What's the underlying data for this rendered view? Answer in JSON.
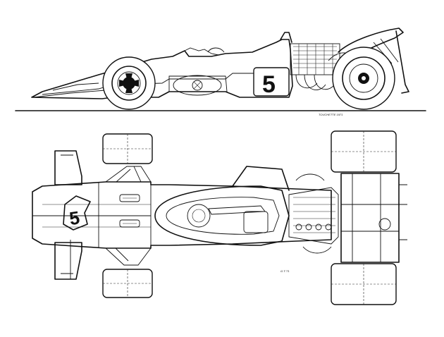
{
  "drawing": {
    "car_number": "5",
    "artist_signature_side": "TOUCHETTE 1971",
    "artist_signature_plan": "G.T.'71"
  }
}
